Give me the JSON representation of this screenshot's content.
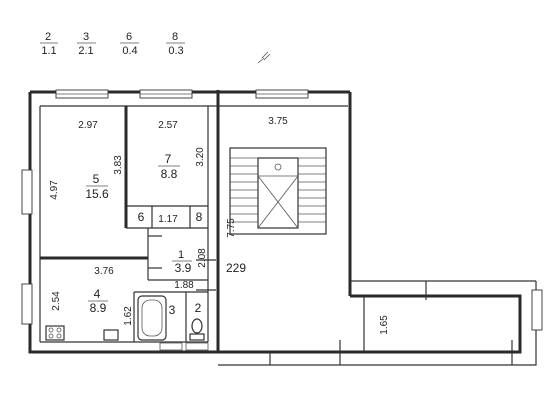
{
  "legend": [
    {
      "room": "2",
      "area": "1.1"
    },
    {
      "room": "3",
      "area": "2.1"
    },
    {
      "room": "6",
      "area": "0.4"
    },
    {
      "room": "8",
      "area": "0.3"
    }
  ],
  "rooms": {
    "r5": {
      "num": "5",
      "area": "15.6"
    },
    "r7": {
      "num": "7",
      "area": "8.8"
    },
    "r4": {
      "num": "4",
      "area": "8.9"
    },
    "r1": {
      "num": "1",
      "area": "3.9"
    },
    "r6": {
      "num": "6"
    },
    "r8": {
      "num": "8"
    },
    "r3": {
      "num": "3"
    },
    "r2": {
      "num": "2"
    }
  },
  "dims": {
    "d297": "2.97",
    "d257": "2.57",
    "d375": "3.75",
    "d497": "4.97",
    "d383": "3.83",
    "d320": "3.20",
    "d117": "1.17",
    "d775": "7.75",
    "d208": "2.08",
    "d229": "229",
    "d376": "3.76",
    "d254": "2.54",
    "d188": "1.88",
    "d162": "1.62",
    "d165": "1.65"
  }
}
